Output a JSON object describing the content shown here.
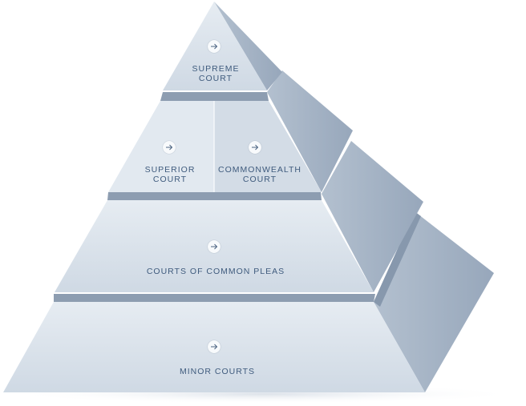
{
  "tiers": [
    {
      "id": "supreme",
      "lines": [
        "SUPREME",
        "COURT"
      ]
    },
    {
      "id": "superior",
      "lines": [
        "SUPERIOR",
        "COURT"
      ]
    },
    {
      "id": "commonwealth",
      "lines": [
        "COMMONWEALTH",
        "COURT"
      ]
    },
    {
      "id": "common-pleas",
      "lines": [
        "COURTS OF COMMON PLEAS"
      ]
    },
    {
      "id": "minor",
      "lines": [
        "MINOR COURTS"
      ]
    }
  ],
  "icons": {
    "tier_button": "arrow-right-icon"
  },
  "colors": {
    "front": "#dbe3ec",
    "side": "#a4b3c5",
    "ledge": "#8c9cb1",
    "text": "#3f5b7d"
  }
}
